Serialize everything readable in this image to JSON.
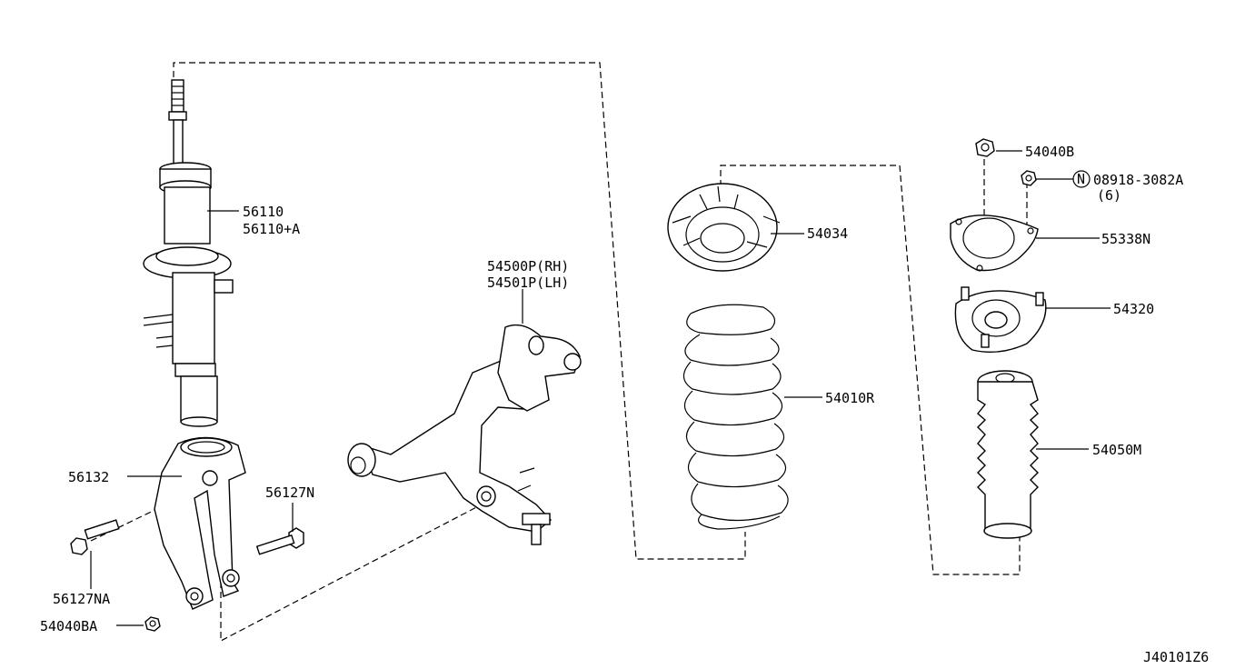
{
  "diagram_id": "J40101Z6",
  "callouts": {
    "strut": "56110",
    "strut_alt": "56110+A",
    "knuckle": "56132",
    "bolt_n": "56127N",
    "bolt_na": "56127NA",
    "nut_ba": "54040BA",
    "arm_rh": "54500P(RH)",
    "arm_lh": "54501P(LH)",
    "seat": "54034",
    "spring": "54010R",
    "nut_b": "54040B",
    "nut_n": "08918-3082A",
    "nut_n_qty": "(6)",
    "nut_n_marker": "N",
    "plate": "55338N",
    "mount": "54320",
    "boot": "54050M"
  }
}
